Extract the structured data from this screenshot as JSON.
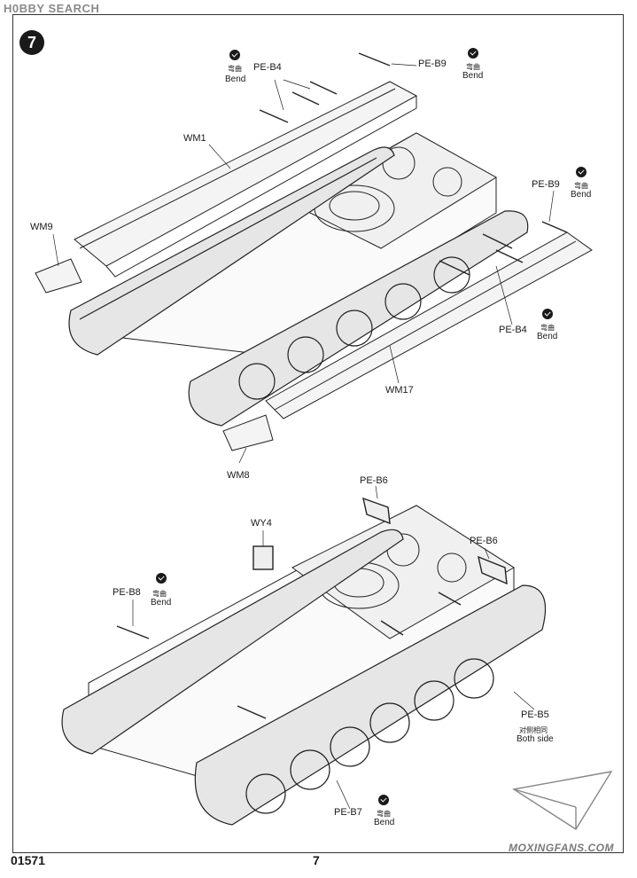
{
  "watermark_top": "H0BBY SEARCH",
  "step_number": "7",
  "top_assembly": {
    "labels": {
      "pe_b4_a": "PE-B4",
      "pe_b9_a": "PE-B9",
      "wm1": "WM1",
      "wm9": "WM9",
      "pe_b9_b": "PE-B9",
      "pe_b4_b": "PE-B4",
      "wm17": "WM17",
      "wm8": "WM8"
    },
    "bend_notes": {
      "b1_cn": "弯曲",
      "b1_en": "Bend",
      "b2_cn": "弯曲",
      "b2_en": "Bend",
      "b3_cn": "弯曲",
      "b3_en": "Bend",
      "b4_cn": "弯曲",
      "b4_en": "Bend"
    }
  },
  "bottom_assembly": {
    "labels": {
      "pe_b6_a": "PE-B6",
      "wy4": "WY4",
      "pe_b6_b": "PE-B6",
      "pe_b8": "PE-B8",
      "pe_b5": "PE-B5",
      "pe_b7": "PE-B7"
    },
    "notes": {
      "b8_cn": "弯曲",
      "b8_en": "Bend",
      "b5_cn": "对侧相同",
      "b5_en": "Both side",
      "b7_cn": "弯曲",
      "b7_en": "Bend"
    }
  },
  "footer": {
    "product_code": "01571",
    "page_number": "7",
    "watermark": "MOXINGFANS.COM"
  },
  "icons": [
    "bend-check-icon",
    "paper-plane-logo-icon"
  ]
}
